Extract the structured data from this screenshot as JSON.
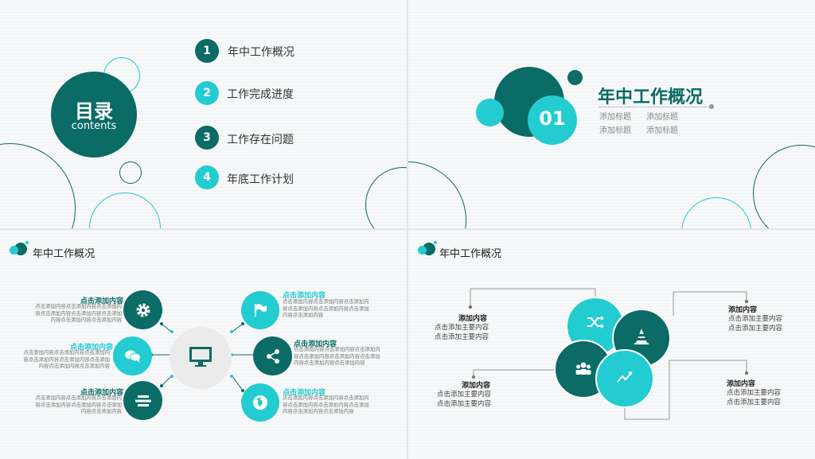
{
  "slide1": {
    "title": "目录",
    "subtitle": "contents",
    "items": [
      {
        "num": "1",
        "label": "年中工作概况"
      },
      {
        "num": "2",
        "label": "工作完成进度"
      },
      {
        "num": "3",
        "label": "工作存在问题"
      },
      {
        "num": "4",
        "label": "年底工作计划"
      }
    ]
  },
  "slide2": {
    "number": "01",
    "title": "年中工作概况",
    "tags": [
      "添加标题",
      "添加标题",
      "添加标题",
      "添加标题"
    ]
  },
  "slide3": {
    "header": "年中工作概况",
    "blocks": [
      {
        "title": "点击添加内容",
        "body": "点击添加内容点击添加内容点击添加内容点击添加内容点击添加内容点击添加内容点击添加内容点击添加内容"
      },
      {
        "title": "点击添加内容",
        "body": "点击添加内容点击添加内容点击添加内容点击添加内容点击添加内容点击添加内容点击添加内容点击添加内容"
      },
      {
        "title": "点击添加内容",
        "body": "点击添加内容点击添加内容点击添加内容点击添加内容点击添加内容点击添加内容点击添加内容"
      },
      {
        "title": "点击添加内容",
        "body": "点击添加内容点击添加内容点击添加内容点击添加内容点击添加内容点击添加内容点击添加内容"
      },
      {
        "title": "点击添加内容",
        "body": "点击添加内容点击添加内容点击添加内容点击添加内容点击添加内容点击添加内容点击添加内容点击添加内容"
      },
      {
        "title": "点击添加内容",
        "body": "点击添加内容点击添加内容点击添加内容点击添加内容点击添加内容点击添加内容点击添加内容点击添加内容"
      }
    ]
  },
  "slide4": {
    "header": "年中工作概况",
    "blocks": [
      {
        "title": "添加内容",
        "line1": "点击添加主要内容",
        "line2": "点击添加主要内容"
      },
      {
        "title": "添加内容",
        "line1": "点击添加主要内容",
        "line2": "点击添加主要内容"
      },
      {
        "title": "添加内容",
        "line1": "点击添加主要内容",
        "line2": "点击添加主要内容"
      },
      {
        "title": "添加内容",
        "line1": "点击添加主要内容",
        "line2": "点击添加主要内容"
      }
    ]
  },
  "colors": {
    "dark": "#0b6b66",
    "light": "#22ccd1"
  },
  "icons": [
    "gear-icon",
    "chat-icon",
    "bars-icon",
    "monitor-icon",
    "flag-icon",
    "share-icon",
    "globe-icon",
    "shuffle-icon",
    "cone-icon",
    "people-icon",
    "trend-icon"
  ]
}
